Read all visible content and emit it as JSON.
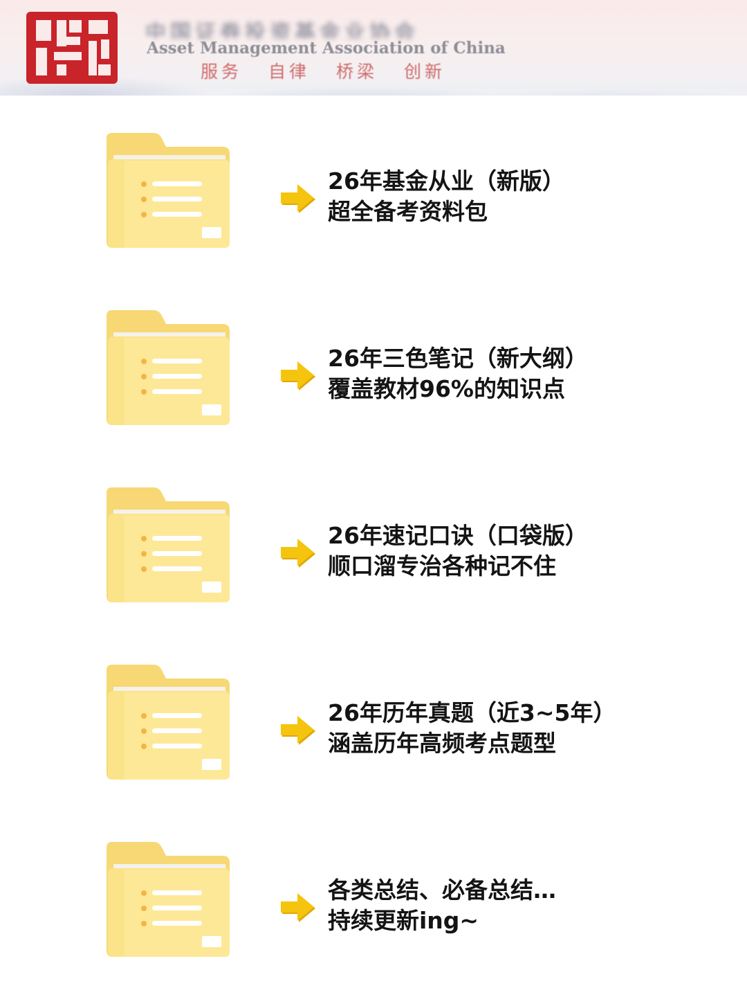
{
  "header": {
    "org_name_cn": "中国证券投资基金业协会",
    "org_name_en": "Asset Management Association of China",
    "slogans": [
      "服务",
      "自律",
      "桥梁",
      "创新"
    ],
    "colors": {
      "logo_red": "#c8242a",
      "slogan_red": "#d06b6b"
    }
  },
  "items": [
    {
      "icon": "folder-icon",
      "line1": "26年基金从业（新版）",
      "line2": "超全备考资料包"
    },
    {
      "icon": "folder-icon",
      "line1": "26年三色笔记（新大纲）",
      "line2": "覆盖教材96%的知识点"
    },
    {
      "icon": "folder-icon",
      "line1": "26年速记口诀（口袋版）",
      "line2": "顺口溜专治各种记不住"
    },
    {
      "icon": "folder-icon",
      "line1": "26年历年真题（近3~5年）",
      "line2": "涵盖历年高频考点题型"
    },
    {
      "icon": "folder-icon",
      "line1": "各类总结、必备总结…",
      "line2": "持续更新ing~"
    }
  ],
  "colors": {
    "folder_yellow": "#fbe389",
    "folder_back": "#f7d874",
    "arrow_yellow": "#f5c40f",
    "tab_blue": "#5aa6e6",
    "tab_orange": "#f5a623",
    "tab_red": "#e8452f",
    "tab_green": "#6cc24a"
  }
}
